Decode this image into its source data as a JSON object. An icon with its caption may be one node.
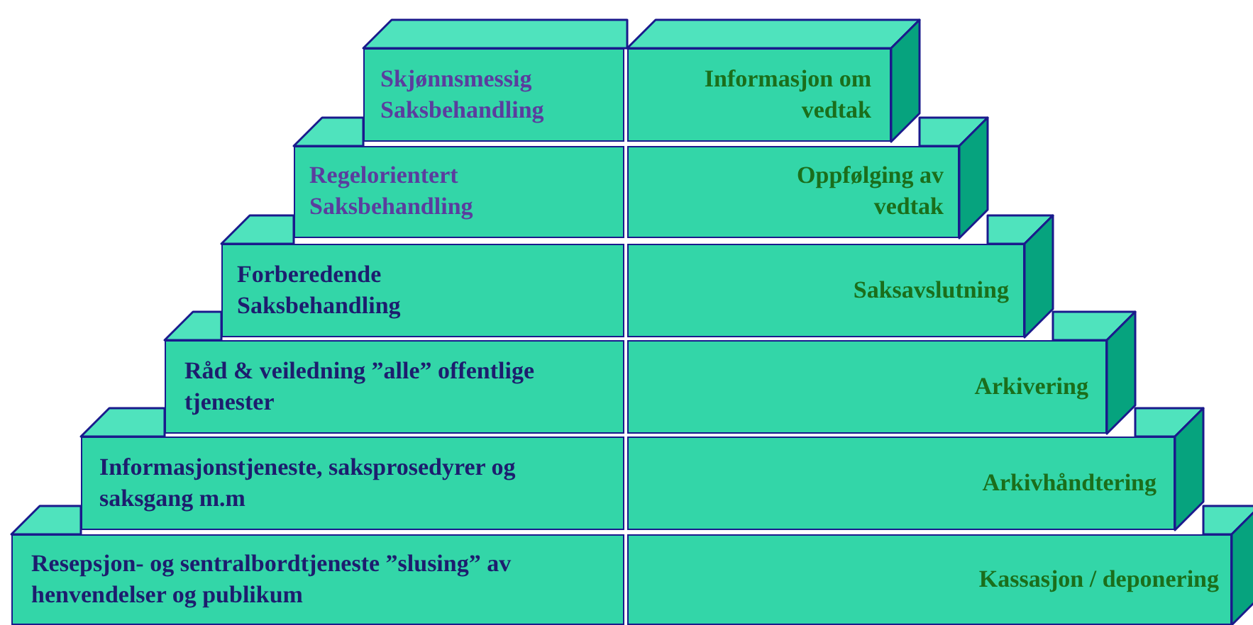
{
  "diagram": {
    "nodes": [
      {
        "text": [
          "Skjønnsmessig Saksbehandling"
        ]
      },
      {
        "text": [
          "Informasjon om vedtak"
        ]
      },
      {
        "text": [
          "Regelorientert Saksbehandling"
        ]
      },
      {
        "text": [
          "Oppfølging av vedtak"
        ]
      },
      {
        "text": [
          "Forberedende Saksbehandling"
        ]
      },
      {
        "text": [
          "Saksavslutning"
        ]
      },
      {
        "text": [
          "Råd & veiledning ”alle” offentlige tjenester"
        ]
      },
      {
        "text": [
          "Arkivering"
        ]
      },
      {
        "text": [
          "Informasjonstjeneste, saksprosedyrer og saksgang m.m"
        ]
      },
      {
        "text": [
          "Arkivhåndtering"
        ]
      },
      {
        "text": [
          "Resepsjon- og sentralbordtjeneste ”slusing” av henvendelser og publikum"
        ]
      },
      {
        "text": [
          "Kassasjon / deponering"
        ]
      }
    ]
  }
}
